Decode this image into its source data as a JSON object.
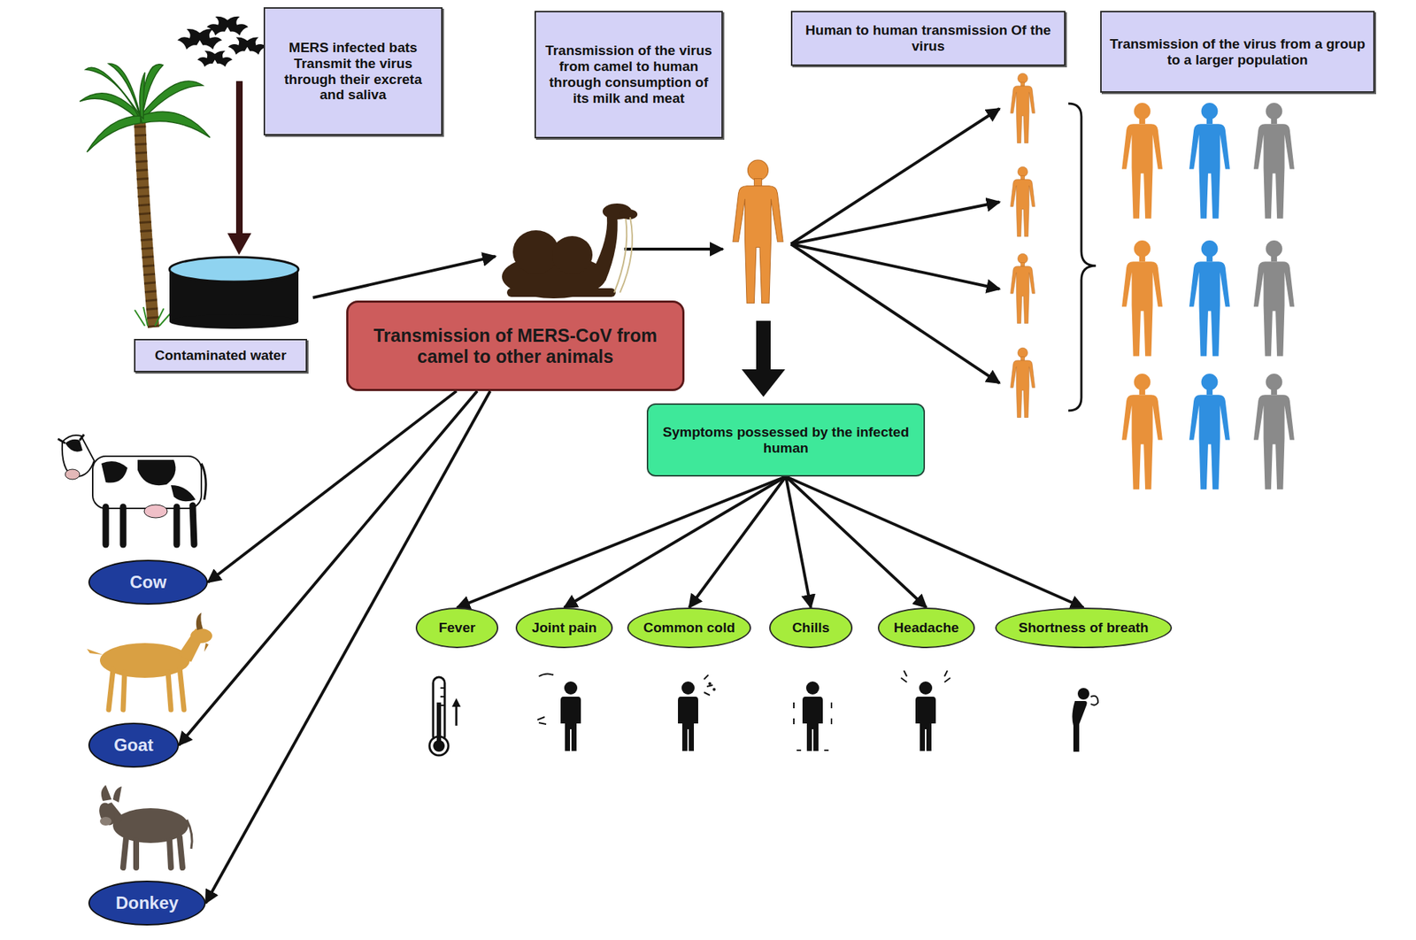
{
  "diagram": {
    "nodes": [
      {
        "text": [
          "MERS infected bats Transmit the virus through their excreta and saliva"
        ]
      },
      {
        "text": [
          "Transmission of the virus from camel to human through consumption of its milk and meat"
        ]
      },
      {
        "text": [
          "Human to human transmission Of the virus"
        ]
      },
      {
        "text": [
          "Transmission of the virus from a group to a larger population"
        ]
      },
      {
        "text": [
          "Contaminated water"
        ]
      },
      {
        "text": [
          "Transmission of MERS-CoV from camel to other animals"
        ]
      },
      {
        "text": [
          "Symptoms possessed by the infected human"
        ]
      },
      {
        "text": [
          "Fever"
        ]
      },
      {
        "text": [
          "Joint pain"
        ]
      },
      {
        "text": [
          "Common cold"
        ]
      },
      {
        "text": [
          "Chills"
        ]
      },
      {
        "text": [
          "Headache"
        ]
      },
      {
        "text": [
          "Shortness of breath"
        ]
      },
      {
        "text": [
          "Cow"
        ]
      },
      {
        "text": [
          "Goat"
        ]
      },
      {
        "text": [
          "Donkey"
        ]
      }
    ],
    "edges": [
      {
        "from": 5,
        "to": 13,
        "arrow": "to"
      },
      {
        "from": 5,
        "to": 14,
        "arrow": "to"
      },
      {
        "from": 5,
        "to": 15,
        "arrow": "to"
      },
      {
        "from": 6,
        "to": 7,
        "arrow": "to"
      },
      {
        "from": 6,
        "to": 8,
        "arrow": "to"
      },
      {
        "from": 6,
        "to": 9,
        "arrow": "to"
      },
      {
        "from": 6,
        "to": 10,
        "arrow": "to"
      },
      {
        "from": 6,
        "to": 11,
        "arrow": "to"
      },
      {
        "from": 6,
        "to": 12,
        "arrow": "to"
      }
    ]
  }
}
